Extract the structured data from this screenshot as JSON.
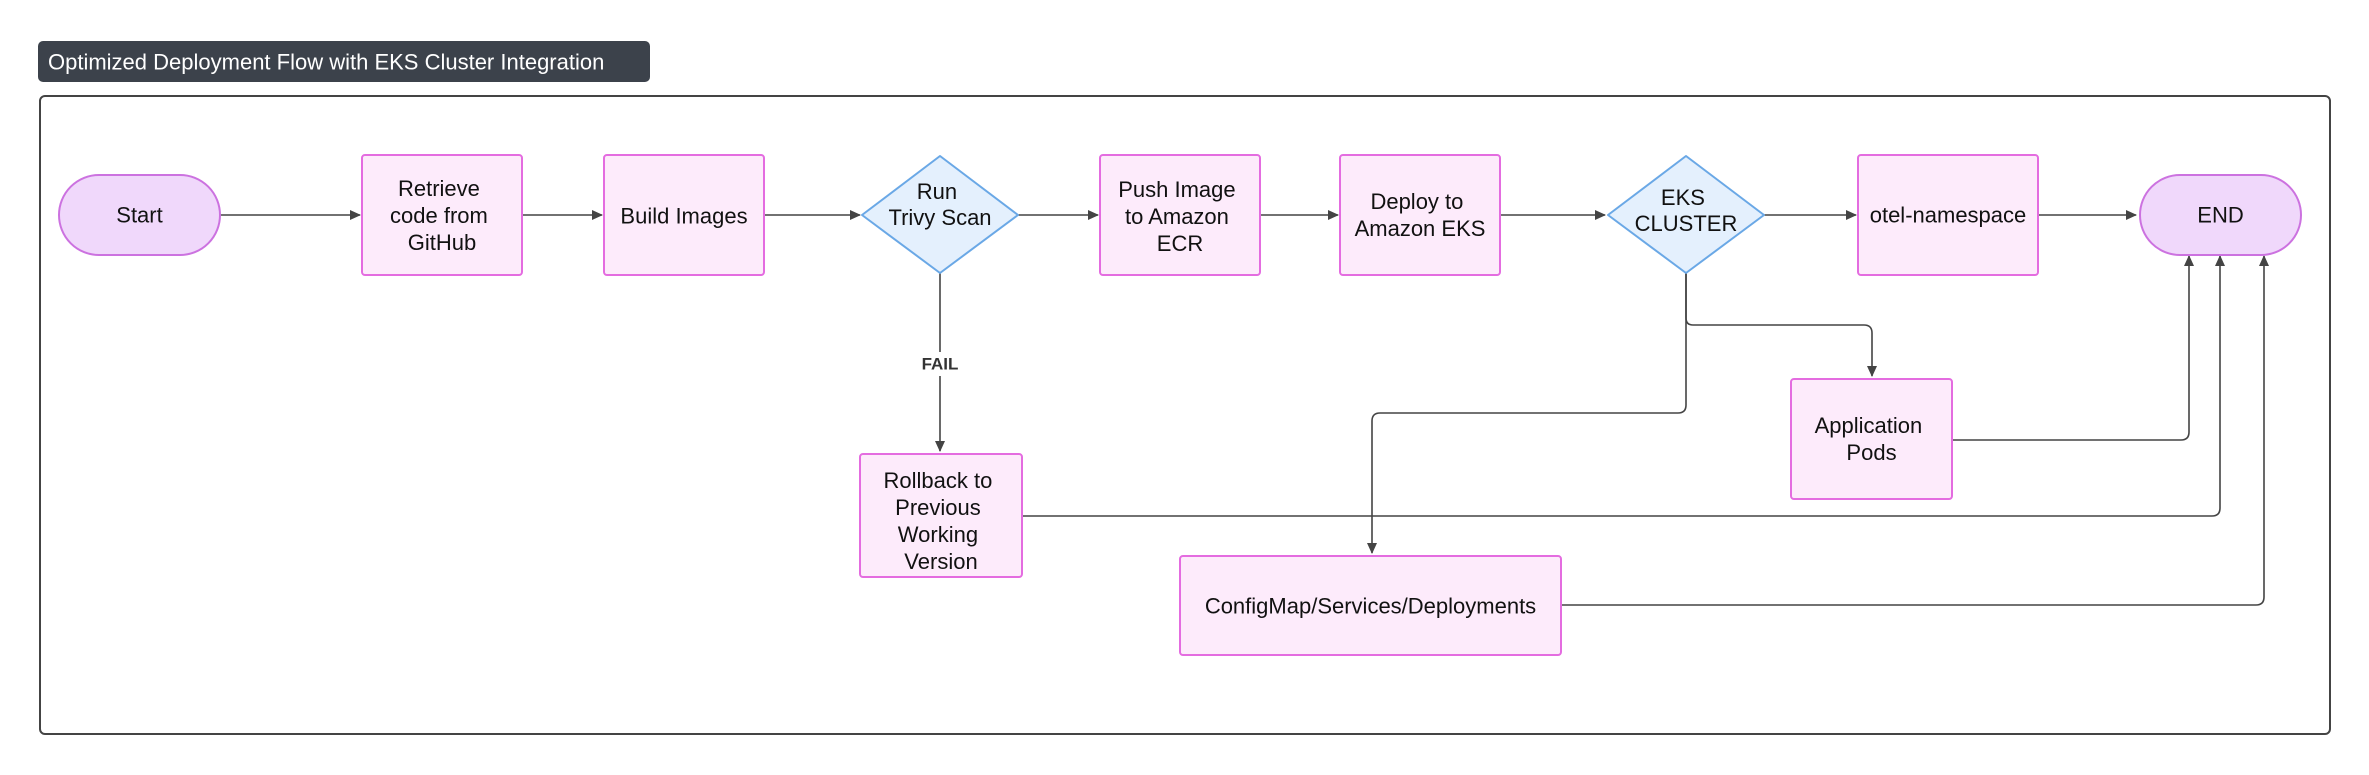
{
  "title": "Optimized Deployment Flow with EKS Cluster Integration",
  "colors": {
    "title_bg": "#3c424b",
    "terminal_fill": "#f0d8fb",
    "terminal_stroke": "#cc72e0",
    "process_fill": "#fdebfb",
    "process_stroke": "#e46ce0",
    "decision_fill": "#e4f0fd",
    "decision_stroke": "#6aa8e6",
    "edge": "#444444",
    "frame": "#444444"
  },
  "nodes": {
    "start": "Start",
    "retrieve": [
      "Retrieve",
      "code from",
      "GitHub"
    ],
    "build": "Build Images",
    "trivy": [
      "Run",
      "Trivy Scan"
    ],
    "push": [
      "Push Image",
      "to Amazon",
      "ECR"
    ],
    "deploy": [
      "Deploy to",
      "Amazon EKS"
    ],
    "eks": [
      "EKS",
      "CLUSTER"
    ],
    "otel": "otel-namespace",
    "end": "END",
    "rollback": [
      "Rollback to",
      "Previous",
      "Working",
      "Version"
    ],
    "pods": [
      "Application",
      "Pods"
    ],
    "config": "ConfigMap/Services/Deployments"
  },
  "edge_labels": {
    "fail": "FAIL"
  }
}
